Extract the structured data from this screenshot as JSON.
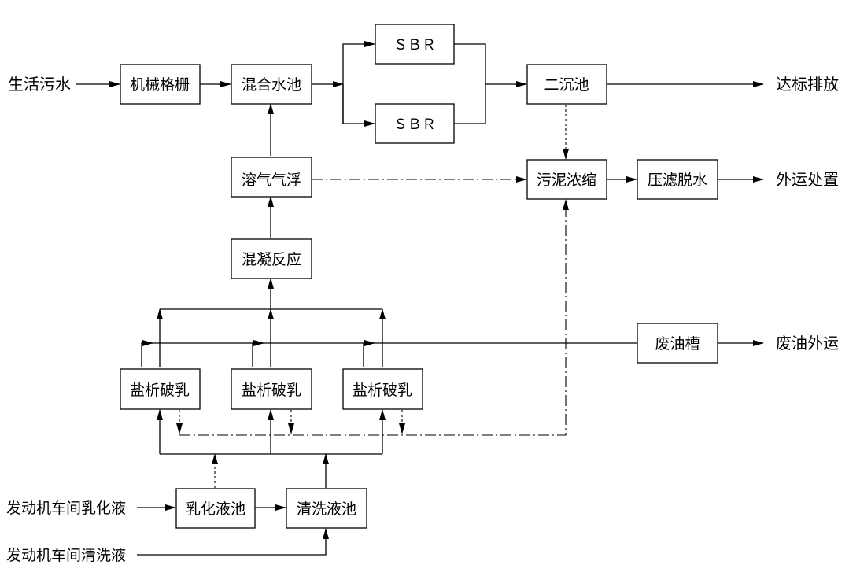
{
  "nodes": {
    "domestic_sewage": "生活污水",
    "mechanical_screen": "机械格栅",
    "mixing_tank": "混合水池",
    "sbr_1": "ＳＢＲ",
    "sbr_2": "ＳＢＲ",
    "secondary_clarifier": "二沉池",
    "discharge": "达标排放",
    "dissolved_air_flotation": "溶气气浮",
    "sludge_thickening": "污泥浓缩",
    "filter_press": "压滤脱水",
    "external_disposal": "外运处置",
    "coagulation": "混凝反应",
    "waste_oil_tank": "废油槽",
    "waste_oil_out": "废油外运",
    "salting_1": "盐析破乳",
    "salting_2": "盐析破乳",
    "salting_3": "盐析破乳",
    "emulsion_source": "发动机车间乳化液",
    "emulsion_tank": "乳化液池",
    "cleaning_tank": "清洗液池",
    "cleaning_source": "发动机车间清洗液"
  }
}
